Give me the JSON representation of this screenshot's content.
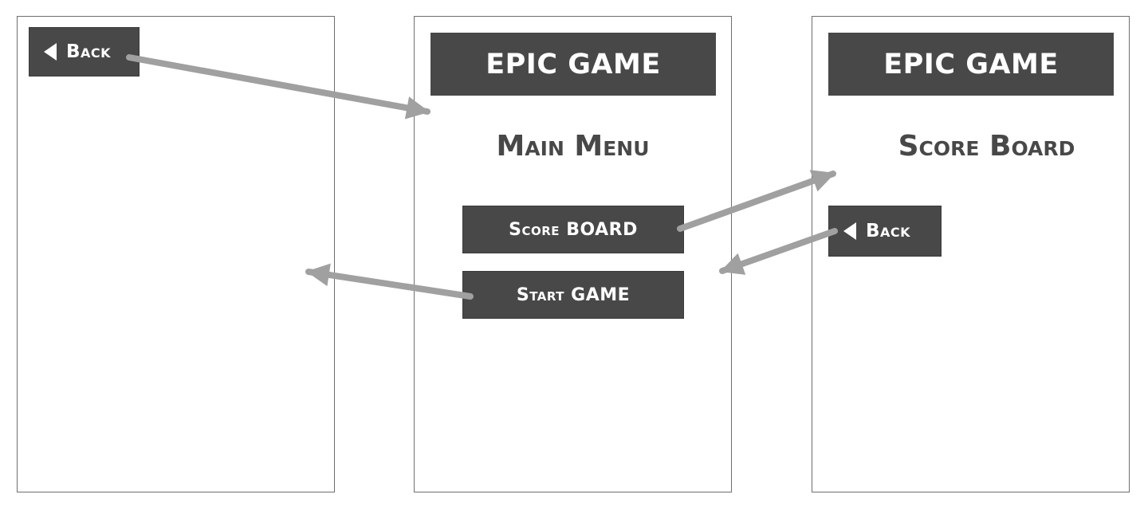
{
  "screens": {
    "game": {
      "back_label": "Back",
      "back_icon": "triangle-left-icon"
    },
    "main_menu": {
      "title": "EPIC GAME",
      "heading": "Main Menu",
      "score_board_button": "Score BOARD",
      "start_game_button": "Start GAME"
    },
    "score_board": {
      "title": "EPIC GAME",
      "heading": "Score Board",
      "back_label": "Back",
      "back_icon": "triangle-left-icon"
    }
  },
  "colors": {
    "box_fill": "#484848",
    "box_text": "#ffffff",
    "arrow": "#a0a0a0",
    "screen_border": "#6e6e6e"
  }
}
